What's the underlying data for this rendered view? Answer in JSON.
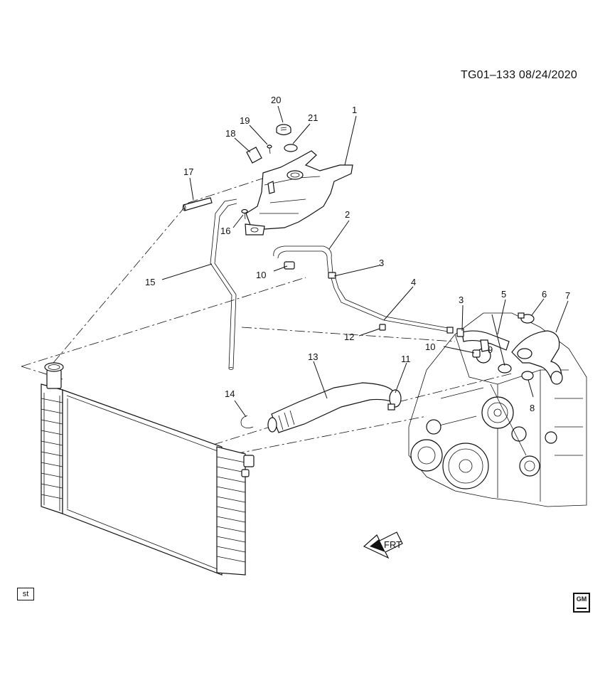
{
  "header": {
    "diagram_code": "TG01–133  08/24/2020"
  },
  "footer": {
    "st_label": "st",
    "logo_text": "GM"
  },
  "direction_arrow": {
    "label": "FRT"
  },
  "callouts": [
    {
      "id": "1",
      "label": "1"
    },
    {
      "id": "2",
      "label": "2"
    },
    {
      "id": "3a",
      "label": "3"
    },
    {
      "id": "3b",
      "label": "3"
    },
    {
      "id": "4",
      "label": "4"
    },
    {
      "id": "5",
      "label": "5"
    },
    {
      "id": "6",
      "label": "6"
    },
    {
      "id": "7",
      "label": "7"
    },
    {
      "id": "8",
      "label": "8"
    },
    {
      "id": "9",
      "label": "9"
    },
    {
      "id": "10a",
      "label": "10"
    },
    {
      "id": "10b",
      "label": "10"
    },
    {
      "id": "11",
      "label": "11"
    },
    {
      "id": "12",
      "label": "12"
    },
    {
      "id": "13",
      "label": "13"
    },
    {
      "id": "14",
      "label": "14"
    },
    {
      "id": "15",
      "label": "15"
    },
    {
      "id": "16",
      "label": "16"
    },
    {
      "id": "17",
      "label": "17"
    },
    {
      "id": "18",
      "label": "18"
    },
    {
      "id": "19",
      "label": "19"
    },
    {
      "id": "20",
      "label": "20"
    },
    {
      "id": "21",
      "label": "21"
    }
  ]
}
